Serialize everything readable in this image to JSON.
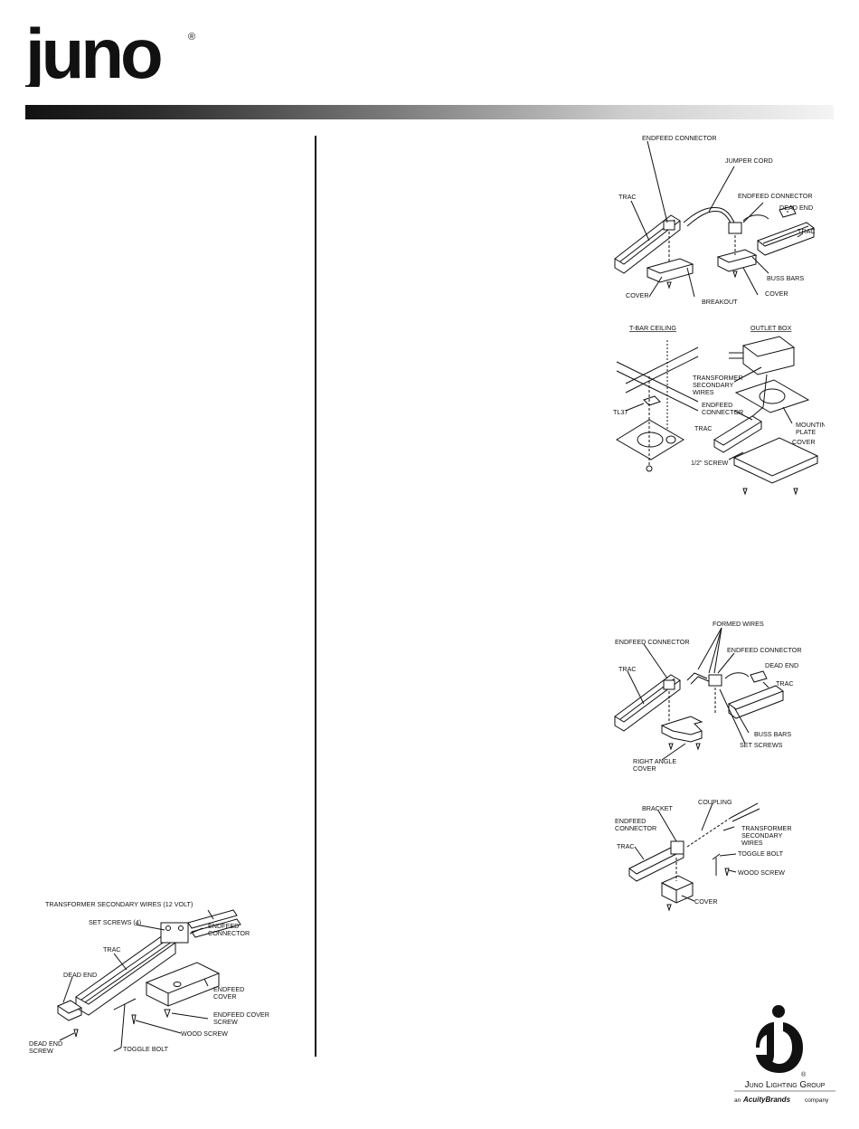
{
  "brand": {
    "logo_text": "juno",
    "registered": "®",
    "group_name": "Juno Lighting Group",
    "tagline_prefix": "an",
    "tagline_brand": "AcuityBrands",
    "tagline_suffix": "company",
    "colors": {
      "ink": "#111111",
      "bar_start": "#111111",
      "bar_end": "#f4f4f4"
    }
  },
  "fig_endfeed_jumper": {
    "labels": [
      "ENDFEED CONNECTOR",
      "JUMPER CORD",
      "ENDFEED CONNECTOR",
      "DEAD END",
      "TRAC",
      "TRAC",
      "BUSS BARS",
      "COVER",
      "BREAKOUT",
      "COVER"
    ]
  },
  "fig_ceiling": {
    "headers": [
      "T-BAR CEILING",
      "OUTLET BOX"
    ],
    "labels": [
      "TRANSFORMER",
      "SECONDARY",
      "WIRES",
      "ENDFEED",
      "CONNECTOR",
      "TL37",
      "TRAC",
      "MOUNTING",
      "PLATE",
      "COVER",
      "1/2\" SCREW"
    ]
  },
  "fig_formed_wires": {
    "labels": [
      "FORMED WIRES",
      "ENDFEED CONNECTOR",
      "ENDFEED CONNECTOR",
      "DEAD END",
      "TRAC",
      "TRAC",
      "BUSS BARS",
      "SET SCREWS",
      "RIGHT ANGLE",
      "COVER"
    ]
  },
  "fig_coupling": {
    "labels": [
      "COUPLING",
      "BRACKET",
      "ENDFEED",
      "CONNECTOR",
      "TRANSFORMER",
      "SECONDARY",
      "WIRES",
      "TRAC",
      "TOGGLE BOLT",
      "WOOD SCREW",
      "COVER"
    ]
  },
  "fig_transformer": {
    "labels": [
      "TRANSFORMER SECONDARY WIRES (12 VOLT)",
      "SET SCREWS (4)",
      "TRAC",
      "ENDFEED",
      "CONNECTOR",
      "DEAD END",
      "ENDFEED",
      "COVER",
      "ENDFEED COVER",
      "SCREW",
      "WOOD SCREW",
      "DEAD END",
      "SCREW",
      "TOGGLE BOLT"
    ]
  }
}
